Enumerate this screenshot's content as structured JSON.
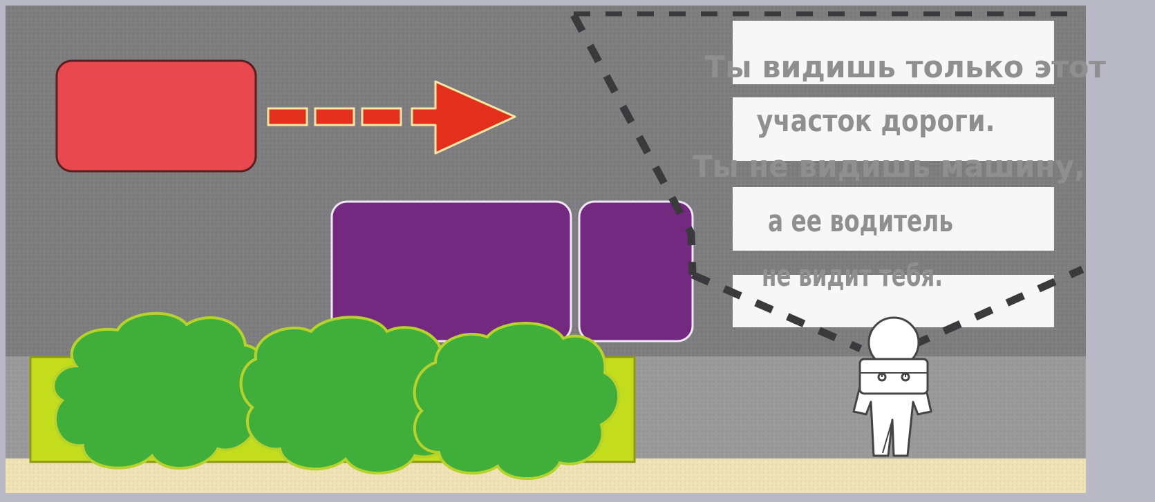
{
  "scene": {
    "colors": {
      "frame": "#b9b9c6",
      "road": "#7e7e80",
      "sidewalk": "#9a9a9a",
      "curb_strip": "#efe3b5",
      "moving_car": "#e8484e",
      "arrow": "#e2301c",
      "parked_bus": "#73297f",
      "bush": "#3fae3a",
      "grass": "#c3dc1c",
      "text_stripe": "#f7f7f7",
      "text": "#8f8f8f",
      "vision_dash": "#3a3a3c",
      "pedestrian": "#ffffff"
    },
    "text_lines": [
      "Ты видишь только этот",
      "участок дороги.",
      "Ты не видишь машину,",
      "а ее водитель",
      "не видит тебя."
    ],
    "icons": {
      "moving_car": "car-icon",
      "direction": "arrow-right-icon",
      "parked_vehicle": "bus-icon",
      "bushes": "bush-icon",
      "pedestrian": "child-with-backpack-icon"
    }
  }
}
